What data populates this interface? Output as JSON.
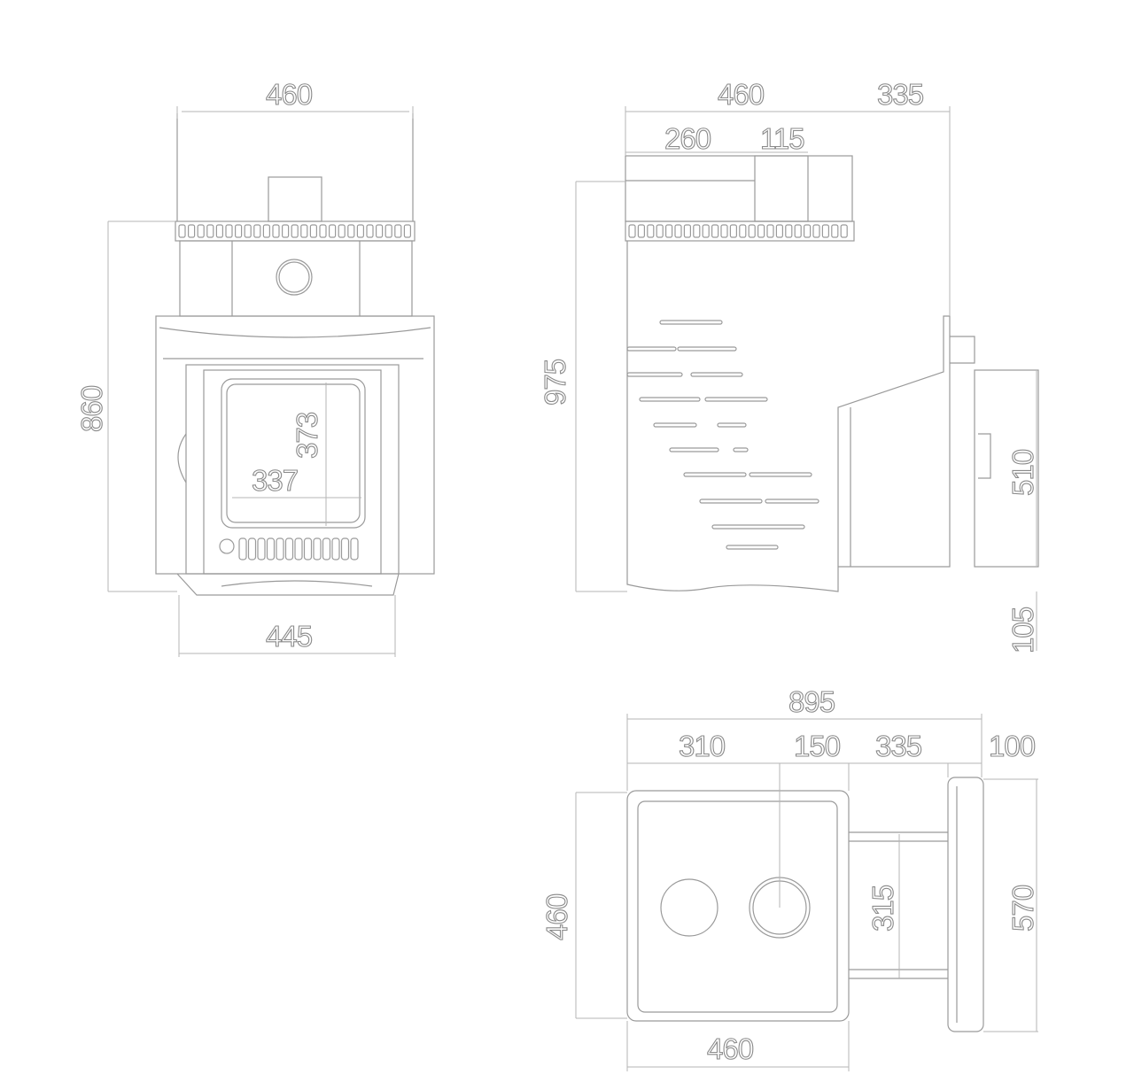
{
  "front_view": {
    "dimensions": {
      "top_width": "460",
      "total_height": "860",
      "glass_height": "373",
      "glass_width": "337",
      "base_width": "445"
    }
  },
  "side_view": {
    "dimensions": {
      "body_depth": "460",
      "tank_depth": "335",
      "top_part_a": "260",
      "top_part_b": "115",
      "total_height": "975",
      "tank_height": "510",
      "tank_offset": "105"
    }
  },
  "top_view": {
    "dimensions": {
      "total_length": "895",
      "seg_a": "310",
      "seg_b": "150",
      "seg_c": "335",
      "seg_d": "100",
      "body_depth": "460",
      "channel_width": "315",
      "tank_width": "570",
      "body_width": "460"
    }
  }
}
